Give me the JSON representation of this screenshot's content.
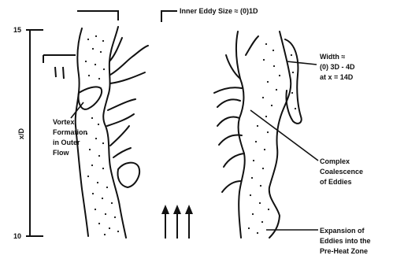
{
  "labels": {
    "inner_eddy": "Inner Eddy Size ≈ (0)1D",
    "y_top": "15",
    "y_bottom": "10",
    "y_axis": "x/D",
    "vortex_formation": [
      "Vortex",
      "Formation",
      "in Outer",
      "Flow"
    ],
    "width": [
      "Width ≈",
      "(0) 3D - 4D",
      "at x = 14D"
    ],
    "complex_coalescence": [
      "Complex",
      "Coalescence",
      "of Eddies"
    ],
    "expansion": [
      "Expansion of",
      "Eddies into the",
      "Pre-Heat Zone"
    ]
  },
  "colors": {
    "ink": "#111111",
    "background": "#ffffff"
  }
}
